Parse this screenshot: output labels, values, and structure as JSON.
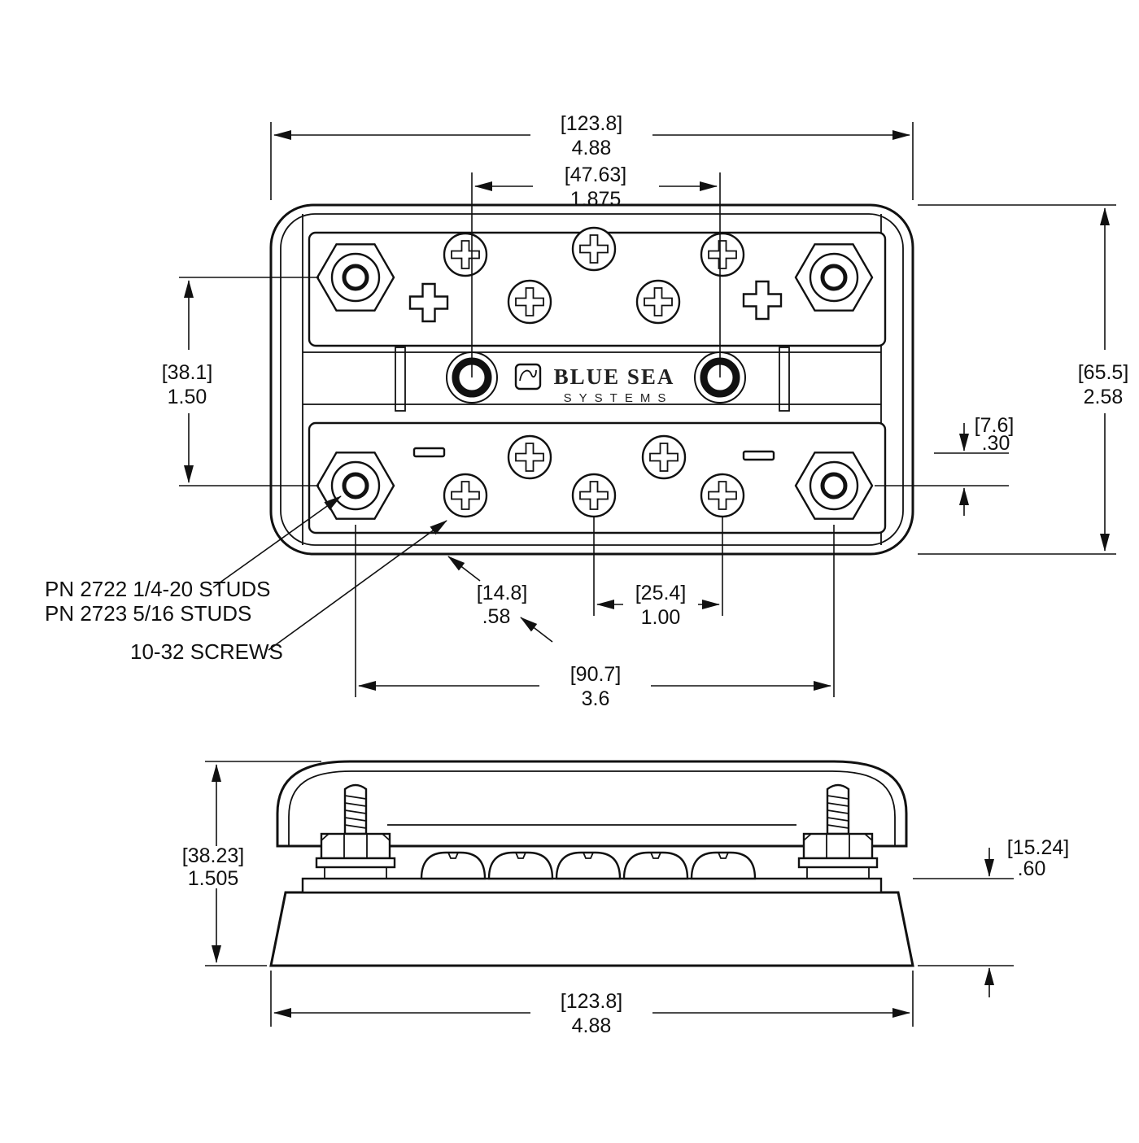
{
  "brand": {
    "name_top": "BLUE SEA",
    "name_bottom": "SYSTEMS"
  },
  "notes": {
    "studs_line1": "PN 2722 1/4-20 STUDS",
    "studs_line2": "PN 2723 5/16 STUDS",
    "screws": "10-32 SCREWS"
  },
  "dimensions": {
    "top_overall_width": {
      "mm": "[123.8]",
      "inch": "4.88"
    },
    "mount_hole_spacing": {
      "mm": "[47.63]",
      "inch": "1.875"
    },
    "stud_row_spacing": {
      "mm": "[38.1]",
      "inch": "1.50"
    },
    "overall_height": {
      "mm": "[65.5]",
      "inch": "2.58"
    },
    "terminal_row_offset": {
      "mm": "[7.6]",
      "inch": ".30"
    },
    "screw_diagonal_pitch": {
      "mm": "[14.8]",
      "inch": ".58"
    },
    "screw_pitch": {
      "mm": "[25.4]",
      "inch": "1.00"
    },
    "stud_spacing": {
      "mm": "[90.7]",
      "inch": "3.6"
    },
    "side_overall_height": {
      "mm": "[38.23]",
      "inch": "1.505"
    },
    "base_height": {
      "mm": "[15.24]",
      "inch": ".60"
    },
    "side_overall_width": {
      "mm": "[123.8]",
      "inch": "4.88"
    }
  }
}
